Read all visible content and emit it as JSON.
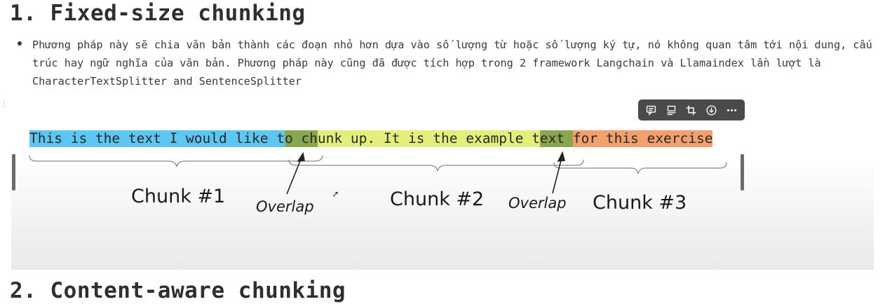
{
  "heading": "1. Fixed-size chunking",
  "bullet": "Phương pháp này sẽ chia văn bản thành các đoạn nhỏ hơn dựa vào số lượng từ hoặc số lượng ký tự, nó không quan tâm tới nội dung, cấu trúc hay ngữ nghĩa của văn bản. Phương pháp này cũng đã được tích hợp trong 2 framework Langchain và Llamaindex lần lượt là CharacterTextSplitter and SentenceSplitter",
  "figure": {
    "segments": {
      "blue": "This is the text I would like t",
      "overlap1": "o ch",
      "yellow": "unk up. It is the example t",
      "overlap2": "ext ",
      "orange": "for this exercise"
    },
    "chunk1": "Chunk #1",
    "chunk2": "Chunk #2",
    "chunk3": "Chunk #3",
    "overlap": "Overlap"
  },
  "toolbar": {
    "icons": [
      "comment-icon",
      "caption-icon",
      "crop-icon",
      "download-icon",
      "more-icon"
    ]
  },
  "next_heading": "2. Content-aware chunking"
}
